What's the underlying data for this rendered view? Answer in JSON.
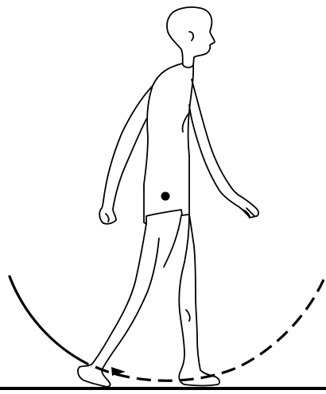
{
  "figure": {
    "subject": "walking-figure-with-arc",
    "colors": {
      "ink": "#000000",
      "background": "#ffffff"
    },
    "elements": {
      "figure": "walking-human-outline",
      "marker": "center-of-mass-dot",
      "arc_solid": "solid-arc-segment",
      "arc_dashed": "dashed-arc-segment",
      "arrow": "arrowhead",
      "ground": "ground-line"
    }
  }
}
